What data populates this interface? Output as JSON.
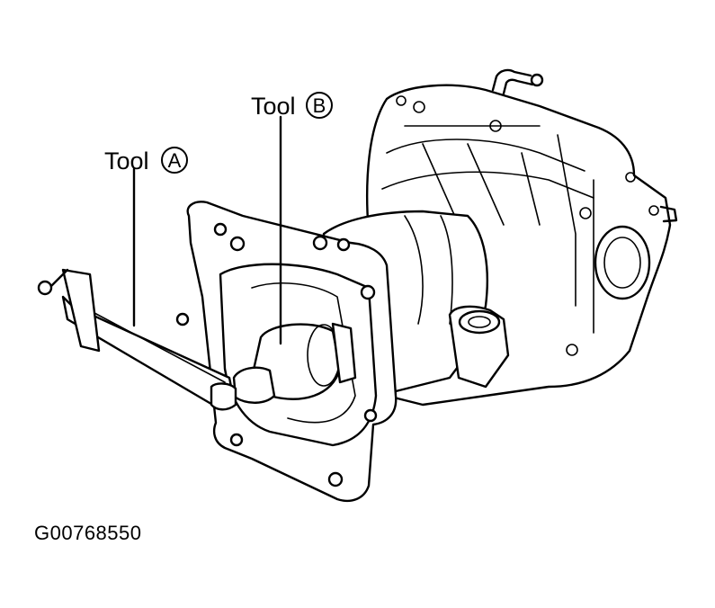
{
  "labels": {
    "tool_a": {
      "text": "Tool",
      "letter": "A"
    },
    "tool_b": {
      "text": "Tool",
      "letter": "B"
    }
  },
  "figure_id": "G00768550"
}
